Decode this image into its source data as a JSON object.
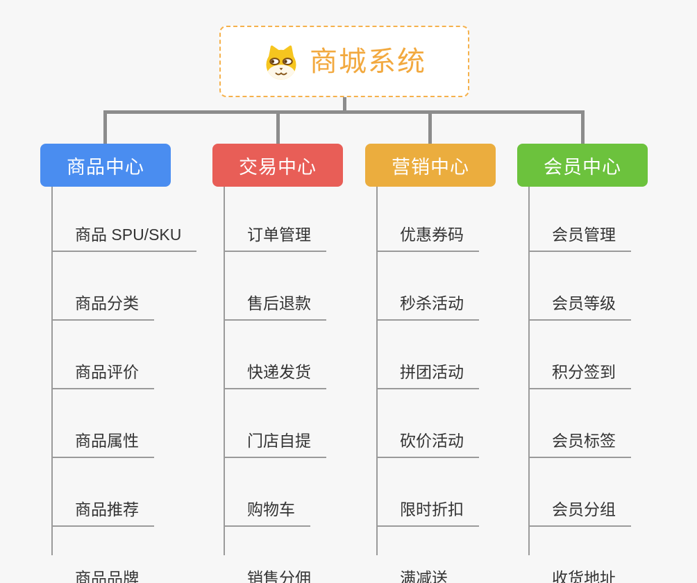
{
  "root": {
    "title": "商城系统",
    "icon": "dog-face-icon"
  },
  "colors": {
    "root_accent": "#F2A93F",
    "root_border": "#F5B14C",
    "connector_gray": "#8C8C8C",
    "child_line_gray": "#9A9A9A",
    "child_text": "#333333",
    "background": "#F7F7F7"
  },
  "branches": [
    {
      "label": "商品中心",
      "color": "#4A8DF0",
      "children": [
        "商品 SPU/SKU",
        "商品分类",
        "商品评价",
        "商品属性",
        "商品推荐",
        "商品品牌"
      ]
    },
    {
      "label": "交易中心",
      "color": "#E85E57",
      "children": [
        "订单管理",
        "售后退款",
        "快递发货",
        "门店自提",
        "购物车",
        "销售分佣"
      ]
    },
    {
      "label": "营销中心",
      "color": "#EBAD3E",
      "children": [
        "优惠券码",
        "秒杀活动",
        "拼团活动",
        "砍价活动",
        "限时折扣",
        "满减送"
      ]
    },
    {
      "label": "会员中心",
      "color": "#6CC23D",
      "children": [
        "会员管理",
        "会员等级",
        "积分签到",
        "会员标签",
        "会员分组",
        "收货地址"
      ]
    }
  ]
}
